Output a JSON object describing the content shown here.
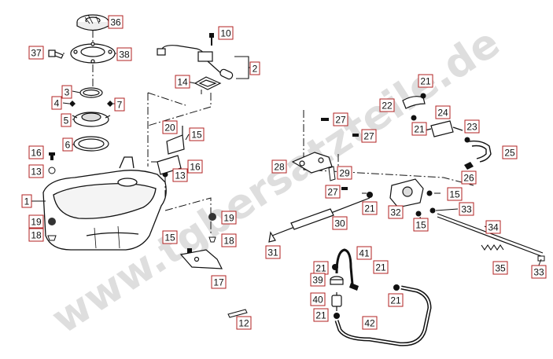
{
  "watermark": {
    "text": "www.tgbersatzteile.de",
    "color": "#cfcfcf"
  },
  "colors": {
    "callout_border": "#b22222",
    "line": "#111111"
  },
  "callouts": [
    {
      "id": "c36",
      "label": "36"
    },
    {
      "id": "c37",
      "label": "37"
    },
    {
      "id": "c38",
      "label": "38"
    },
    {
      "id": "c10",
      "label": "10"
    },
    {
      "id": "c2",
      "label": "2"
    },
    {
      "id": "c14",
      "label": "14"
    },
    {
      "id": "c3",
      "label": "3"
    },
    {
      "id": "c4",
      "label": "4"
    },
    {
      "id": "c7",
      "label": "7"
    },
    {
      "id": "c5",
      "label": "5"
    },
    {
      "id": "c6",
      "label": "6"
    },
    {
      "id": "c16a",
      "label": "16"
    },
    {
      "id": "c13a",
      "label": "13"
    },
    {
      "id": "c1",
      "label": "1"
    },
    {
      "id": "c19a",
      "label": "19"
    },
    {
      "id": "c18a",
      "label": "18"
    },
    {
      "id": "c20",
      "label": "20"
    },
    {
      "id": "c15a",
      "label": "15"
    },
    {
      "id": "c13b",
      "label": "13"
    },
    {
      "id": "c16b",
      "label": "16"
    },
    {
      "id": "c19b",
      "label": "19"
    },
    {
      "id": "c15b",
      "label": "15"
    },
    {
      "id": "c18b",
      "label": "18"
    },
    {
      "id": "c17",
      "label": "17"
    },
    {
      "id": "c12",
      "label": "12"
    },
    {
      "id": "c21a",
      "label": "21"
    },
    {
      "id": "c22",
      "label": "22"
    },
    {
      "id": "c24",
      "label": "24"
    },
    {
      "id": "c21b",
      "label": "21"
    },
    {
      "id": "c23",
      "label": "23"
    },
    {
      "id": "c25",
      "label": "25"
    },
    {
      "id": "c26",
      "label": "26"
    },
    {
      "id": "c27a",
      "label": "27"
    },
    {
      "id": "c27b",
      "label": "27"
    },
    {
      "id": "c28",
      "label": "28"
    },
    {
      "id": "c29",
      "label": "29"
    },
    {
      "id": "c27c",
      "label": "27"
    },
    {
      "id": "c15c",
      "label": "15"
    },
    {
      "id": "c21c",
      "label": "21"
    },
    {
      "id": "c32",
      "label": "32"
    },
    {
      "id": "c33a",
      "label": "33"
    },
    {
      "id": "c30",
      "label": "30"
    },
    {
      "id": "c15d",
      "label": "15"
    },
    {
      "id": "c34",
      "label": "34"
    },
    {
      "id": "c31",
      "label": "31"
    },
    {
      "id": "c41",
      "label": "41"
    },
    {
      "id": "c21d",
      "label": "21"
    },
    {
      "id": "c21e",
      "label": "21"
    },
    {
      "id": "c39",
      "label": "39"
    },
    {
      "id": "c35",
      "label": "35"
    },
    {
      "id": "c33b",
      "label": "33"
    },
    {
      "id": "c40",
      "label": "40"
    },
    {
      "id": "c21f",
      "label": "21"
    },
    {
      "id": "c21g",
      "label": "21"
    },
    {
      "id": "c42",
      "label": "42"
    }
  ]
}
